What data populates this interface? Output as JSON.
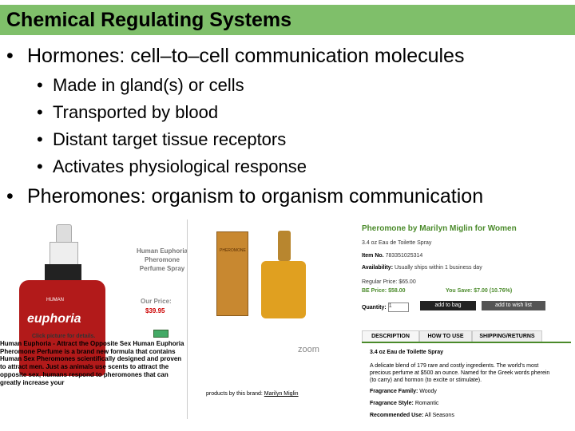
{
  "slide": {
    "title": "Chemical Regulating Systems",
    "bullet_glyph": "•",
    "bullets": [
      {
        "text": "Hormones: cell–to–cell communication molecules"
      },
      {
        "text": "Pheromones: organism to organism communication"
      }
    ],
    "sub_bullets": [
      "Made in gland(s) or cells",
      "Transported by blood",
      "Distant target tissue receptors",
      "Activates physiological response"
    ]
  },
  "product_left": {
    "bottle_brand": "euphoria",
    "bottle_sub": "HUMAN",
    "title": "Human Euphoria Pheromone Perfume Spray",
    "price_label": "Our Price:",
    "price": "$39.95",
    "click_text": "Click picture for details.",
    "description": "Human Euphoria - Attract the Opposite Sex Human Euphoria Pheromone Perfume is a brand new formula that contains Human Sex Pheromones scientifically designed and proven to attract men. Just as animals use scents to attract the opposite sex, humans respond to pheromones that can greatly increase your"
  },
  "product_middle": {
    "box_label": "PHEROMONE",
    "zoom_label": "zoom",
    "brand_prefix": "products by this brand:",
    "brand_link": "Marilyn Miglin"
  },
  "product_right": {
    "title": "Pheromone by Marilyn Miglin for Women",
    "size": "3.4 oz Eau de Toilette Spray",
    "item_no_label": "Item No.",
    "item_no": "783351025314",
    "availability_label": "Availability:",
    "availability": "Usually ships within 1 business day",
    "regular_price_label": "Regular Price:",
    "regular_price": "$65.00",
    "be_price_label": "BE Price:",
    "be_price": "$58.00",
    "you_save_label": "You Save:",
    "you_save": "$7.00 (10.76%)",
    "quantity_label": "Quantity:",
    "quantity_value": "1",
    "add_to_bag": "add to bag",
    "add_to_wish": "add to wish list",
    "tabs": [
      "DESCRIPTION",
      "HOW TO USE",
      "SHIPPING/RETURNS"
    ],
    "desc_heading": "3.4 oz Eau de Toilette Spray",
    "desc_text_1": "A delicate blend of 179 rare and costly ingredients. The world's most",
    "desc_text_2": "precious perfume at $500 an ounce. Named for the Greek words pherein",
    "desc_text_3": "(to carry) and hormon (to excite or stimulate).",
    "family_label": "Fragrance Family:",
    "family": "Woody",
    "style_label": "Fragrance Style:",
    "style": "Romantic",
    "use_label": "Recommended Use:",
    "use": "All Seasons"
  },
  "colors": {
    "title_bar": "#7fbf6a",
    "accent_green": "#4a8a2a",
    "price_red": "#cc0000",
    "bottle_red": "#b21a1a"
  }
}
